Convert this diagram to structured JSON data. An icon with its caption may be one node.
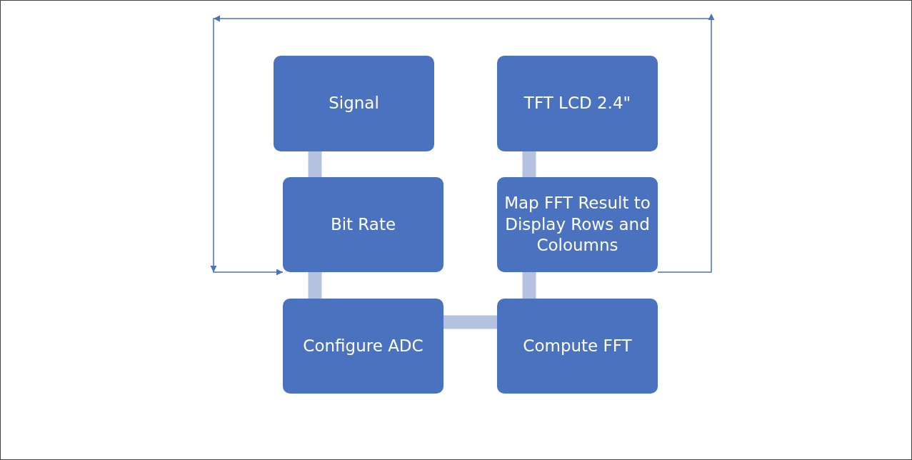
{
  "diagram": {
    "nodes": [
      {
        "text": [
          "Signal"
        ]
      },
      {
        "text": [
          "TFT LCD 2.4\""
        ]
      },
      {
        "text": [
          "Bit Rate"
        ]
      },
      {
        "text": [
          "Map FFT Result to Display Rows and Coloumns"
        ]
      },
      {
        "text": [
          "Configure ADC"
        ]
      },
      {
        "text": [
          "Compute FFT"
        ]
      }
    ],
    "edges": [
      {
        "from": 0,
        "to": 2,
        "arrow": "none"
      },
      {
        "from": 2,
        "to": 4,
        "arrow": "none"
      },
      {
        "from": 4,
        "to": 5,
        "arrow": "none"
      },
      {
        "from": 5,
        "to": 3,
        "arrow": "none"
      },
      {
        "from": 3,
        "to": 1,
        "arrow": "none"
      },
      {
        "from": 3,
        "to": 2,
        "arrow": "to",
        "color": "#4a72be"
      }
    ]
  }
}
